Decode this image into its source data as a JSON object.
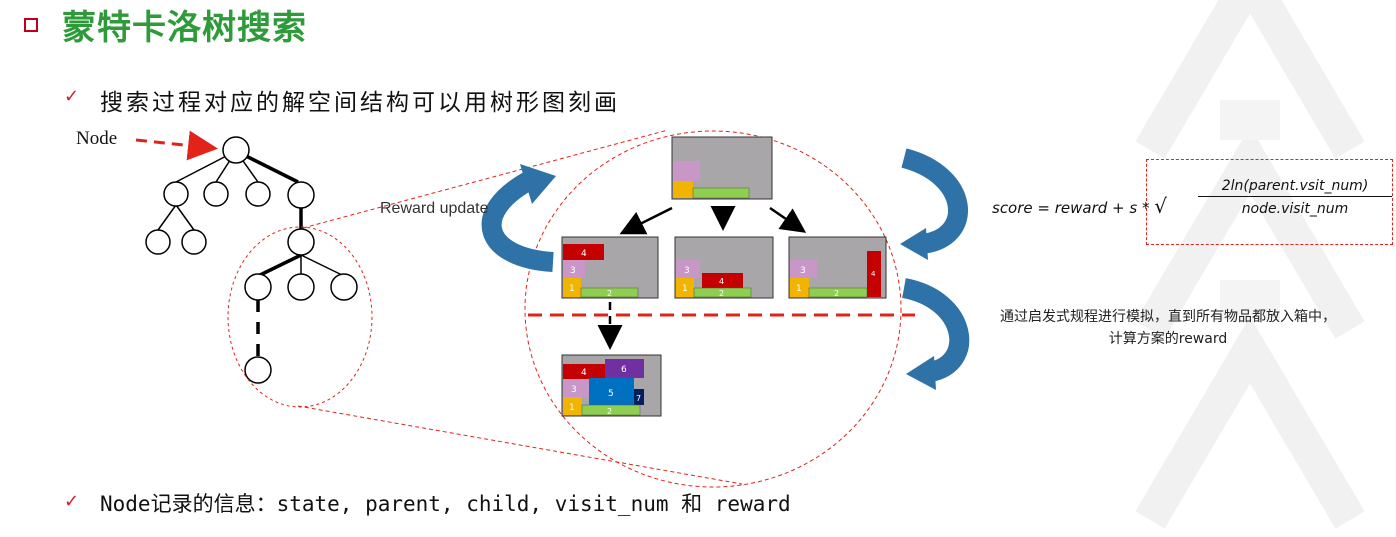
{
  "header": {
    "title": "蒙特卡洛树搜索"
  },
  "bullets": [
    {
      "text": "搜索过程对应的解空间结构可以用树形图刻画"
    },
    {
      "text": "Node记录的信息：state, parent, child, visit_num 和 reward"
    }
  ],
  "diagram": {
    "node_label": "Node",
    "reward_update_label": "Reward update",
    "formula": {
      "lhs": "score = reward + s * ",
      "numerator": "2ln(parent.vsit_num)",
      "denominator": "node.visit_num"
    },
    "simulation_note": "通过启发式规程进行模拟，直到所有物品都放入箱中，计算方案的reward",
    "box_labels": {
      "b1": "1",
      "b2": "2",
      "b3": "3",
      "b4": "4",
      "b5": "5",
      "b6": "6",
      "b7": "7"
    }
  },
  "colors": {
    "title": "#2e9a3a",
    "accent_red": "#e2231a",
    "arrow_blue": "#2f72a8",
    "bin_gray": "#a9a6aa"
  }
}
